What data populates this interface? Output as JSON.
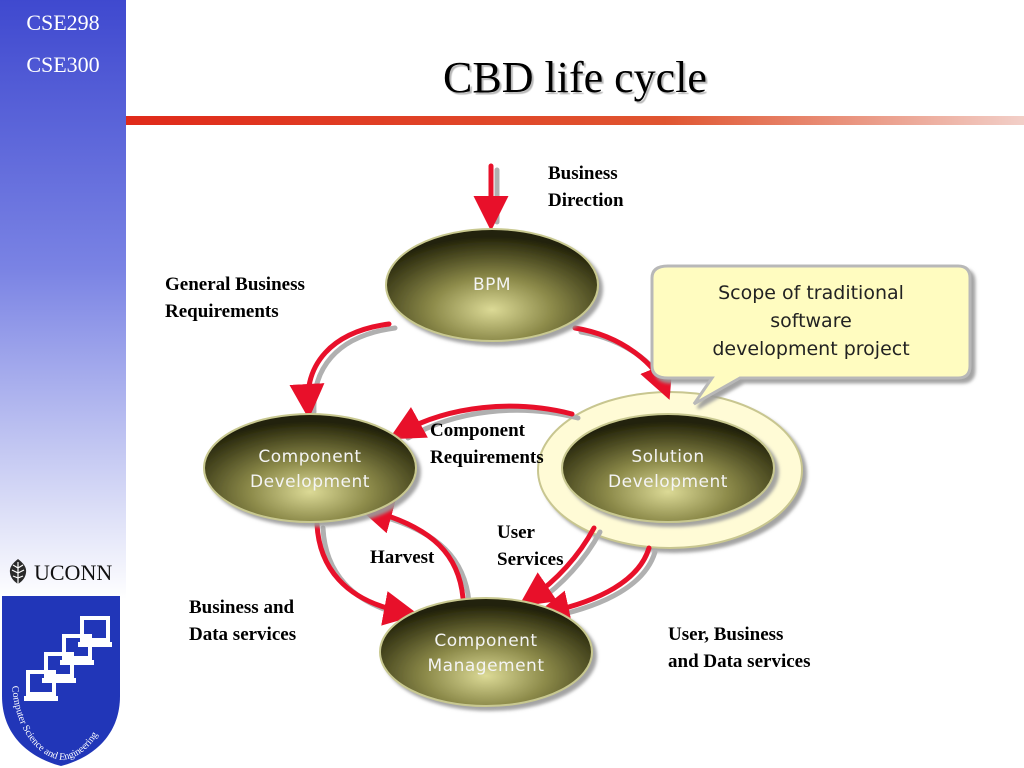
{
  "slide": {
    "course_codes": [
      "CSE298",
      "CSE300"
    ],
    "title": "CBD life cycle",
    "university": "UCONN",
    "department_seal_text": "Computer Science and Engineering"
  },
  "diagram": {
    "nodes": {
      "bpm": [
        "BPM"
      ],
      "component_development": [
        "Component",
        "Development"
      ],
      "solution_development": [
        "Solution",
        "Development"
      ],
      "component_management": [
        "Component",
        "Management"
      ]
    },
    "callout": [
      "Scope of traditional",
      "software",
      "development project"
    ],
    "labels": {
      "business_direction": [
        "Business",
        "Direction"
      ],
      "general_business_requirements": [
        "General Business",
        "Requirements"
      ],
      "component_requirements": [
        "Component",
        "Requirements"
      ],
      "user_services": [
        "User",
        "Services"
      ],
      "harvest": "Harvest",
      "business_and_data_services": [
        "Business and",
        "Data services"
      ],
      "user_business_data_services": [
        "User, Business",
        "and Data services"
      ]
    }
  },
  "colors": {
    "arrow": "#e8102a",
    "node_dark": "#2a2a0e",
    "node_light": "#d8d690",
    "callout_fill": "#fffcc0",
    "halo": "#fffbd6"
  }
}
